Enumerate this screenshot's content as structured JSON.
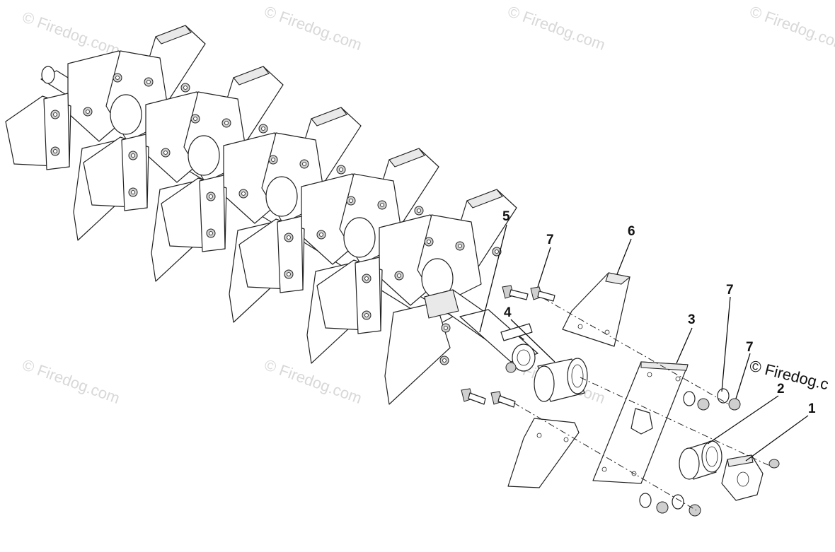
{
  "diagram": {
    "callouts": [
      {
        "id": "c5",
        "label": "5"
      },
      {
        "id": "c7a",
        "label": "7"
      },
      {
        "id": "c6",
        "label": "6"
      },
      {
        "id": "c4",
        "label": "4"
      },
      {
        "id": "c3",
        "label": "3"
      },
      {
        "id": "c7b",
        "label": "7"
      },
      {
        "id": "c7c",
        "label": "7"
      },
      {
        "id": "c2",
        "label": "2"
      },
      {
        "id": "c1",
        "label": "1"
      }
    ],
    "watermark": "© Firedog.com",
    "corner_watermark": "© Firedog.c"
  }
}
